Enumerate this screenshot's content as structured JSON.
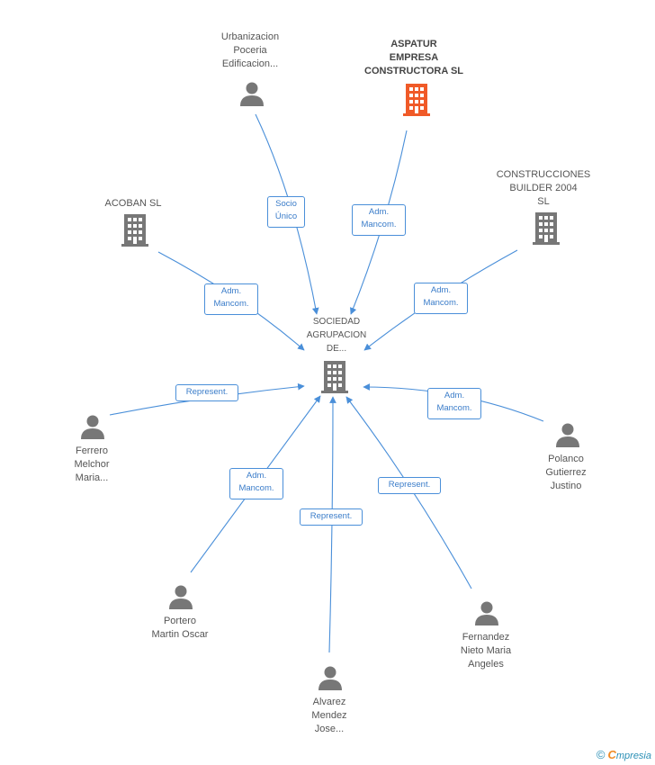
{
  "center": {
    "label": "SOCIEDAD\nAGRUPACION\nDE..."
  },
  "nodes": {
    "urbanizacion": {
      "label": "Urbanizacion\nPoceria\nEdificacion..."
    },
    "aspatur": {
      "label": "ASPATUR\nEMPRESA\nCONSTRUCTORA SL"
    },
    "acoban": {
      "label": "ACOBAN  SL"
    },
    "construcciones": {
      "label": "CONSTRUCCIONES\nBUILDER 2004\nSL"
    },
    "ferrero": {
      "label": "Ferrero\nMelchor\nMaria..."
    },
    "polanco": {
      "label": "Polanco\nGutierrez\nJustino"
    },
    "portero": {
      "label": "Portero\nMartin Oscar"
    },
    "alvarez": {
      "label": "Alvarez\nMendez\nJose..."
    },
    "fernandez": {
      "label": "Fernandez\nNieto Maria\nAngeles"
    }
  },
  "edges": {
    "urbanizacion": "Socio\nÚnico",
    "aspatur": "Adm.\nMancom.",
    "acoban": "Adm.\nMancom.",
    "construcciones": "Adm.\nMancom.",
    "ferrero": "Represent.",
    "polanco": "Adm.\nMancom.",
    "portero": "Adm.\nMancom.",
    "alvarez": "Represent.",
    "fernandez": "Represent."
  },
  "colors": {
    "edge": "#4a8fd9",
    "person_icon": "#777777",
    "building_icon": "#777777",
    "highlight_building": "#f05a28"
  },
  "footer": {
    "copyright": "©",
    "brand_first": "C",
    "brand_rest": "mpresia"
  }
}
